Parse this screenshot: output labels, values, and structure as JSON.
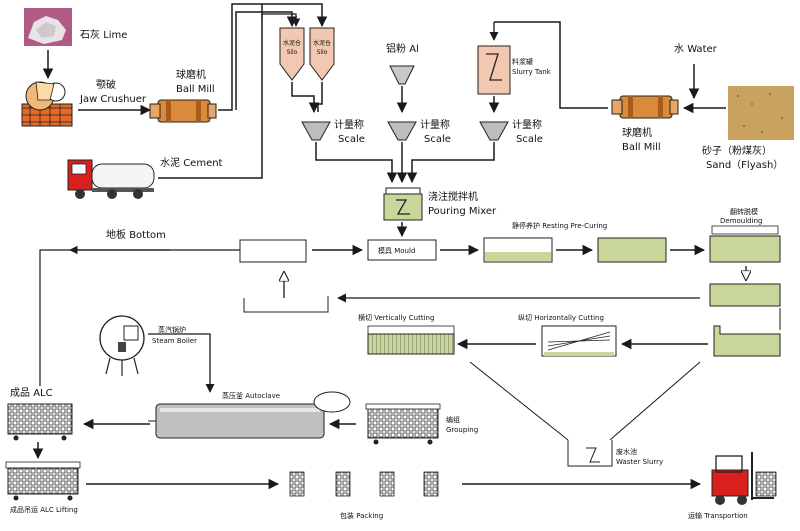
{
  "lime": {
    "zh": "石灰",
    "en": "Lime"
  },
  "jaw_crusher": {
    "zh": "颚破",
    "en": "Jaw Crushuer"
  },
  "ball_mill_1": {
    "zh": "球磨机",
    "en": "Ball Mill"
  },
  "cement": {
    "zh": "水泥",
    "en": "Cement"
  },
  "silo_1": {
    "zh": "水泥仓",
    "en": "Silo"
  },
  "silo_2": {
    "zh": "水泥仓",
    "en": "Silo"
  },
  "aluminium": {
    "zh": "铝粉",
    "en": "Al"
  },
  "slurry_tank": {
    "zh": "料浆罐",
    "en": "Slurry Tank"
  },
  "water": {
    "zh": "水",
    "en": "Water"
  },
  "ball_mill_2": {
    "zh": "球磨机",
    "en": "Ball Mill"
  },
  "sand": {
    "zh": "砂子（粉煤灰）",
    "en": "Sand（Flyash）"
  },
  "scale_1": {
    "zh": "计量称",
    "en": "Scale"
  },
  "scale_2": {
    "zh": "计量称",
    "en": "Scale"
  },
  "scale_3": {
    "zh": "计量称",
    "en": "Scale"
  },
  "pouring_mixer": {
    "zh": "浇注搅拌机",
    "en": "Pouring Mixer"
  },
  "bottom": {
    "zh": "地板",
    "en": "Bottom"
  },
  "mould": {
    "zh": "模具",
    "en": "Mould"
  },
  "resting": {
    "zh": "静停养护",
    "en": "Resting Pre-Curing"
  },
  "demoulding": {
    "zh": "翻转脱模",
    "en": "Demoulding"
  },
  "vertical_cutting": {
    "zh": "横切",
    "en": "Vertically Cutting"
  },
  "horizontal_cutting": {
    "zh": "纵切",
    "en": "Horizontally Cutting"
  },
  "steam_boiler": {
    "zh": "蒸汽锅炉",
    "en": "Steam Boiler"
  },
  "autoclave": {
    "zh": "蒸压釜",
    "en": "Autoclave"
  },
  "product": {
    "zh": "成品",
    "en": "ALC"
  },
  "grouping": {
    "zh": "编组",
    "en": "Grouping"
  },
  "waste_slurry": {
    "zh": "废水池",
    "en": "Waster Slurry"
  },
  "lifting": {
    "zh": "成品吊运",
    "en": "ALC Lifting"
  },
  "packing": {
    "zh": "包装",
    "en": "Packing"
  },
  "transportion": {
    "zh": "运输",
    "en": "Transportion"
  },
  "colors": {
    "line": "#1a1a1a",
    "block": "#c9d79a",
    "block_dark": "#8fa85a",
    "silo": "#f2c8b0",
    "mill": "#d98a3a",
    "steel": "#b8b8b8",
    "truck_red": "#d9201e",
    "lime_purple": "#a8587a",
    "sand": "#c8a25e"
  },
  "icons": [
    "lime-rock-image",
    "jaw-crusher-icon",
    "ball-mill-icon",
    "cement-truck-icon",
    "silo-icon",
    "hopper-icon",
    "slurry-tank-icon",
    "mixer-icon",
    "mould-icon",
    "steam-boiler-icon",
    "autoclave-icon",
    "forklift-icon",
    "cutting-machine-icon",
    "sand-pile-image"
  ]
}
